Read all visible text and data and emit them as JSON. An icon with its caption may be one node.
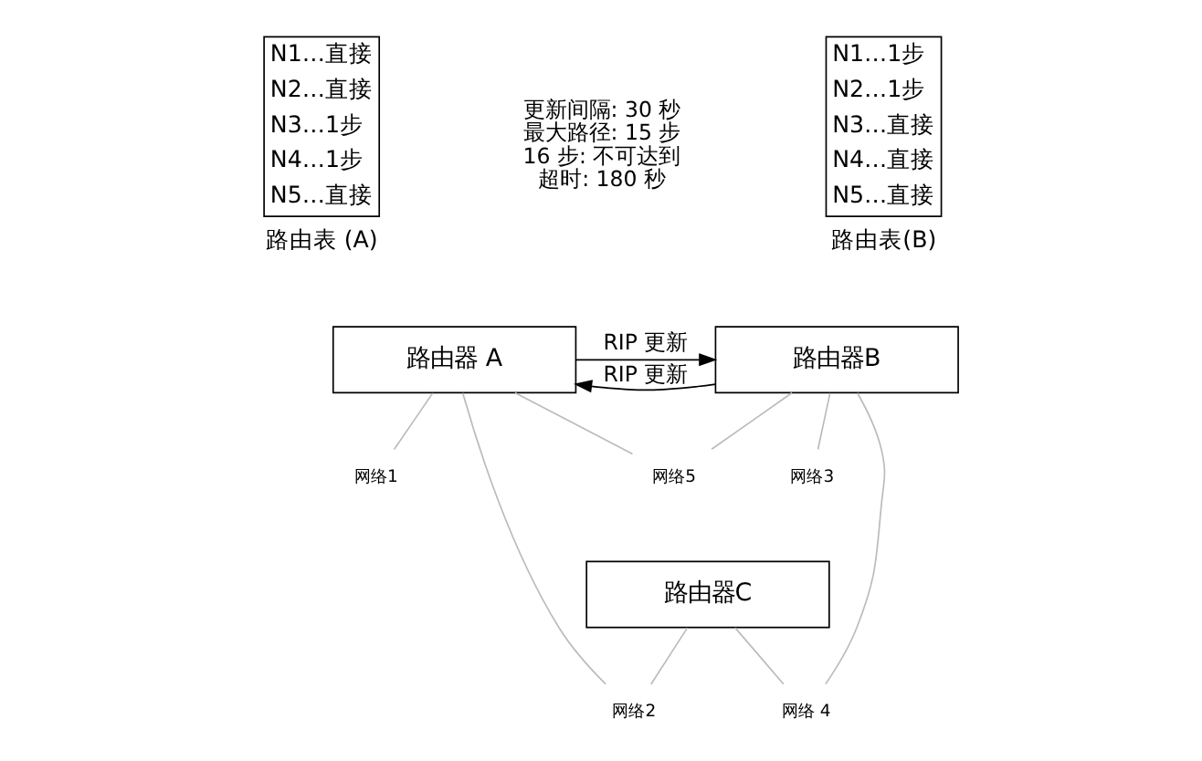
{
  "diagram": {
    "nodes": [
      {
        "text": [
          "N1…直接",
          "N2…直接",
          "N3…1步",
          "N4…1步",
          "N5…直接"
        ],
        "beside": [
          "路由表 (A)"
        ]
      },
      {
        "text": [
          "N1…1步",
          "N2…1步",
          "N3…直接",
          "N4…直接",
          "N5…直接"
        ],
        "beside": [
          "路由表(B)"
        ]
      },
      {
        "text": [
          "路由器 A"
        ]
      },
      {
        "text": [
          "路由器B"
        ]
      },
      {
        "text": [
          "网络5"
        ]
      },
      {
        "text": [
          "网络1"
        ]
      },
      {
        "text": [
          "路由器C"
        ]
      },
      {
        "text": [
          "网络3"
        ]
      },
      {
        "text": [
          "网络2"
        ]
      },
      {
        "text": [
          "网络 4"
        ]
      }
    ],
    "edges": [
      {
        "from": 2,
        "to": 3,
        "arrow": "to",
        "label": "RIP 更新",
        "color": "#000000"
      },
      {
        "from": 3,
        "to": 2,
        "arrow": "to",
        "label": "RIP 更新",
        "color": "#000000"
      },
      {
        "from": 2,
        "to": 5,
        "arrow": "none",
        "color": "#bbbbbb"
      },
      {
        "from": 2,
        "to": 8,
        "arrow": "none",
        "color": "#bbbbbb"
      },
      {
        "from": 2,
        "to": 4,
        "arrow": "none",
        "color": "#bbbbbb"
      },
      {
        "from": 3,
        "to": 4,
        "arrow": "none",
        "color": "#bbbbbb"
      },
      {
        "from": 3,
        "to": 9,
        "arrow": "none",
        "color": "#bbbbbb"
      },
      {
        "from": 3,
        "to": 7,
        "arrow": "none",
        "color": "#bbbbbb"
      },
      {
        "from": 6,
        "to": 8,
        "arrow": "none",
        "color": "#bbbbbb"
      },
      {
        "from": 6,
        "to": 9,
        "arrow": "none",
        "color": "#bbbbbb"
      }
    ],
    "labels": [
      "更新间隔: 30 秒",
      "最大路径: 15 步",
      "16 步: 不可达到",
      "超时: 180 秒"
    ]
  }
}
